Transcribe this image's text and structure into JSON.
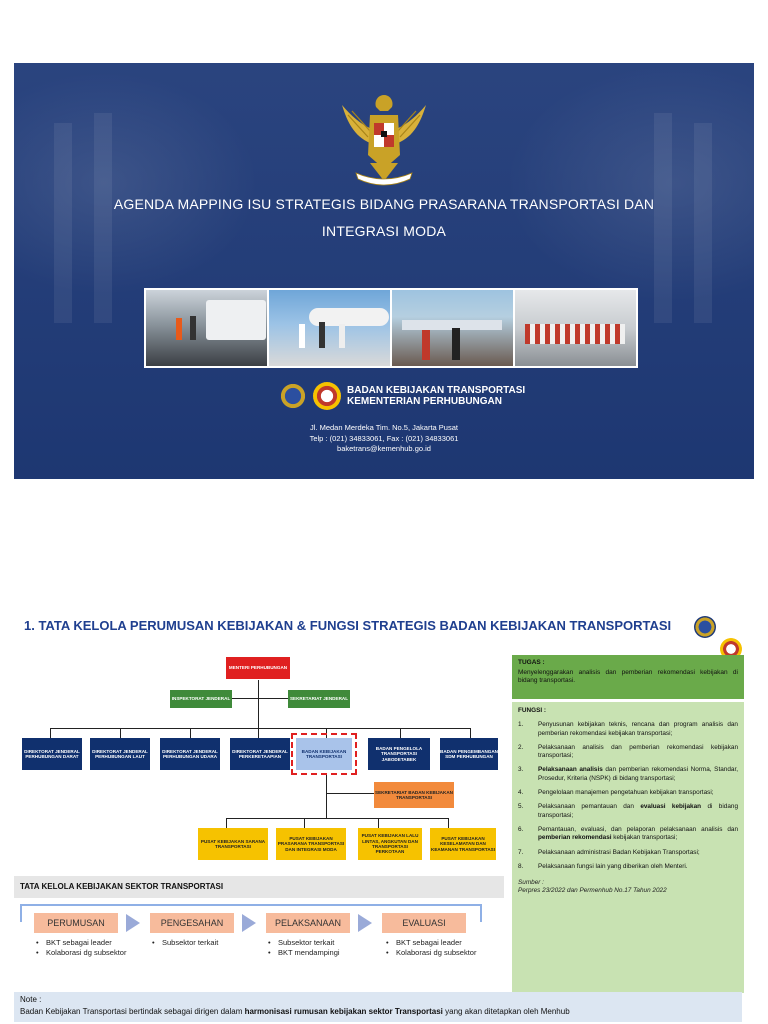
{
  "slide1": {
    "title": "AGENDA MAPPING ISU STRATEGIS BIDANG PRASARANA TRANSPORTASI DAN INTEGRASI MODA",
    "photos": [
      "Rapat lapangan terminal bus",
      "Peninjauan bandara",
      "Kunjungan pelabuhan",
      "Rombongan di pelabuhan"
    ],
    "org_name_line1": "BADAN KEBIJAKAN TRANSPORTASI",
    "org_name_line2": "KEMENTERIAN PERHUBUNGAN",
    "address_line1": "Jl. Medan Merdeka Tim. No.5, Jakarta Pusat",
    "address_line2": "Telp : (021) 34833061, Fax : (021) 34833061",
    "address_line3": "baketrans@kemenhub.go.id",
    "bg_color": "#1f3a78"
  },
  "slide2": {
    "title": "1. TATA KELOLA PERUMUSAN KEBIJAKAN & FUNGSI STRATEGIS BADAN KEBIJAKAN TRANSPORTASI",
    "org": {
      "menteri": "MENTERI PERHUBUNGAN",
      "inspektorat": "INSPEKTORAT JENDERAL",
      "sekjen": "SEKRETARIAT JENDERAL",
      "units": [
        "DIREKTORAT JENDERAL PERHUBUNGAN DARAT",
        "DIREKTORAT JENDERAL PERHUBUNGAN LAUT",
        "DIREKTORAT JENDERAL PERHUBUNGAN UDARA",
        "DIREKTORAT JENDERAL PERKERETAAPIAN",
        "BADAN KEBIJAKAN TRANSPORTASI",
        "BADAN PENGELOLA TRANSPORTASI JABODETABEK",
        "BADAN PENGEMBANGAN SDM PERHUBUNGAN"
      ],
      "sekretariat_bkt": "SEKRETARIAT BADAN KEBIJAKAN TRANSPORTASI",
      "pusat": [
        "PUSAT KEBIJAKAN SARANA TRANSPORTASI",
        "PUSAT KEBIJAKAN PRASARANA TRANSPORTASI DAN INTEGRASI MODA",
        "PUSAT KEBIJAKAN LALU LINTAS, ANGKUTAN DAN TRANSPORTASI PERKOTAAN",
        "PUSAT KEBIJAKAN KESELAMATAN DAN KEAMANAN TRANSPORTASI"
      ]
    },
    "tugas": {
      "heading": "TUGAS :",
      "text": "Menyelenggarakan analisis dan pemberian rekomendasi kebijakan di bidang transportasi."
    },
    "fungsi": {
      "heading": "FUNGSI :",
      "items": [
        {
          "num": "1.",
          "pre": "Penyusunan kebijakan teknis, rencana dan program analisis dan pemberian rekomendasi kebijakan transportasi;",
          "bold": "",
          "post": ""
        },
        {
          "num": "2.",
          "pre": "Pelaksanaan analisis dan pemberian rekomendasi kebijakan transportasi;",
          "bold": "",
          "post": ""
        },
        {
          "num": "3.",
          "pre": "",
          "bold": "Pelaksanaan analisis",
          "post": " dan pemberian rekomendasi Norma, Standar, Prosedur, Kriteria (NSPK) di bidang transportasi;"
        },
        {
          "num": "4.",
          "pre": "Pengelolaan manajemen pengetahuan kebijakan transportasi;",
          "bold": "",
          "post": ""
        },
        {
          "num": "5.",
          "pre": "Pelaksanaan pemantauan dan ",
          "bold": "evaluasi kebijakan",
          "post": " di bidang transportasi;"
        },
        {
          "num": "6.",
          "pre": "Pemantauan, evaluasi, dan pelaporan pelaksanaan analisis dan ",
          "bold": "pemberian rekomendasi",
          "post": " kebijakan transportasi;"
        },
        {
          "num": "7.",
          "pre": "Pelaksanaan administrasi Badan Kebijakan Transportasi;",
          "bold": "",
          "post": ""
        },
        {
          "num": "8.",
          "pre": "Pelaksanaan fungsi lain yang diberikan oleh Menteri.",
          "bold": "",
          "post": ""
        }
      ],
      "source_label": "Sumber :",
      "source_text": "Perpres 23/2022 dan Permenhub No.17 Tahun 2022"
    },
    "tata_kelola_title": "TATA KELOLA KEBIJAKAN SEKTOR TRANSPORTASI",
    "steps": [
      {
        "label": "PERUMUSAN",
        "bullets": [
          "BKT sebagai leader",
          "Kolaborasi dg subsektor"
        ]
      },
      {
        "label": "PENGESAHAN",
        "bullets": [
          "Subsektor terkait"
        ]
      },
      {
        "label": "PELAKSANAAN",
        "bullets": [
          "Subsektor terkait",
          "BKT mendampingi"
        ]
      },
      {
        "label": "EVALUASI",
        "bullets": [
          "BKT sebagai leader",
          "Kolaborasi dg subsektor"
        ]
      }
    ],
    "note": {
      "label": "Note :",
      "pre": "Badan Kebijakan Transportasi bertindak sebagai dirigen dalam ",
      "bold": "harmonisasi rumusan kebijakan sektor Transportasi",
      "post": " yang akan ditetapkan oleh Menhub"
    },
    "colors": {
      "title": "#1f3f8f",
      "tugas": "#6aaa4a",
      "fungsi": "#c8e2b2",
      "step": "#f7bb9c"
    }
  }
}
